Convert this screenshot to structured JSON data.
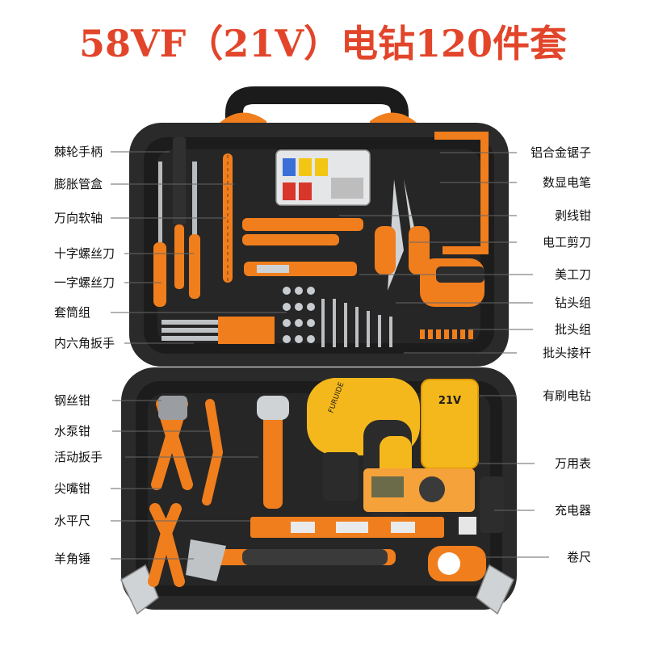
{
  "title": "58VF（21V）电钻120件套",
  "colors": {
    "title": "#e2452a",
    "accent_orange": "#f07e1d",
    "drill_yellow": "#f5b81c",
    "case_black": "#1f1f1f"
  },
  "product_image": {
    "drill_brand": "FURUIDE",
    "battery_label": "21V"
  },
  "labels_left": [
    "棘轮手柄",
    "膨胀管盒",
    "万向软轴",
    "十字螺丝刀",
    "一字螺丝刀",
    "套筒组",
    "内六角扳手",
    "钢丝钳",
    "水泵钳",
    "活动扳手",
    "尖嘴钳",
    "水平尺",
    "羊角锤"
  ],
  "labels_right": [
    "铝合金锯子",
    "数显电笔",
    "剥线钳",
    "电工剪刀",
    "美工刀",
    "钻头组",
    "批头组",
    "批头接杆",
    "有刷电钻",
    "万用表",
    "充电器",
    "卷尺"
  ]
}
